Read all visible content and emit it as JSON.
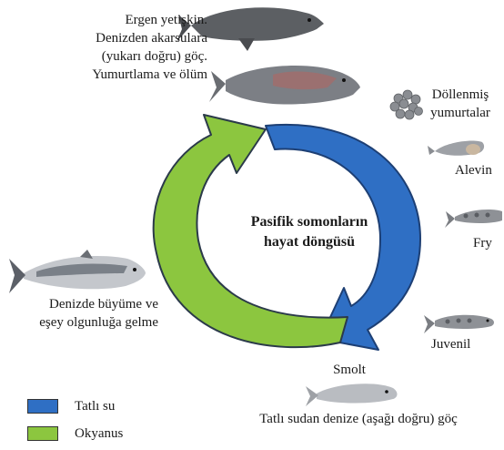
{
  "diagram_title": [
    "Pasifik somonların",
    "hayat döngüsü"
  ],
  "stages": {
    "adult": [
      "Ergen yetişkin.",
      "Denizden akarsulara",
      "(yukarı doğru) göç.",
      "Yumurtlama ve ölüm"
    ],
    "eggs": [
      "Döllenmiş",
      "yumurtalar"
    ],
    "alevin": "Alevin",
    "fry": "Fry",
    "juvenile": "Juvenil",
    "smolt": [
      "Smolt",
      "Tatlı sudan denize (aşağı doğru) göç"
    ],
    "ocean": [
      "Denizde büyüme ve",
      "eşey olgunluğa gelme"
    ]
  },
  "legend": [
    {
      "label": "Tatlı su",
      "color": "#2f6fc4"
    },
    {
      "label": "Okyanus",
      "color": "#8cc63f"
    }
  ],
  "colors": {
    "freshwater": "#2f6fc4",
    "ocean": "#8cc63f",
    "outline": "#2b3a4a"
  }
}
